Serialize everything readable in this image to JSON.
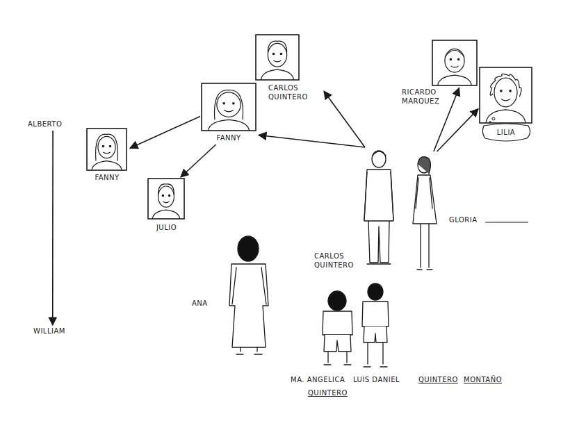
{
  "diagram": {
    "nodes": [
      {
        "text": [
          "CARLOS QUINTERO"
        ]
      },
      {
        "text": [
          "FANNY"
        ]
      },
      {
        "text": [
          "FANNY"
        ]
      },
      {
        "text": [
          "JULIO"
        ]
      },
      {
        "text": [
          "RICARDO MARQUEZ"
        ]
      },
      {
        "text": [
          "LILIA"
        ]
      },
      {
        "text": [
          "ALBERTO"
        ]
      },
      {
        "text": [
          "WILLIAM"
        ]
      },
      {
        "text": [
          "CARLOS QUINTERO"
        ]
      },
      {
        "text": [
          "GLORIA"
        ]
      }
    ],
    "edges": [
      {
        "from": 8,
        "to": 0,
        "arrow": "to"
      },
      {
        "from": 8,
        "to": 1,
        "arrow": "to"
      },
      {
        "from": 9,
        "to": 4,
        "arrow": "to"
      },
      {
        "from": 9,
        "to": 5,
        "arrow": "to"
      },
      {
        "from": 1,
        "to": 2,
        "arrow": "to"
      },
      {
        "from": 1,
        "to": 3,
        "arrow": "to"
      },
      {
        "from": 6,
        "to": 7,
        "arrow": "to"
      }
    ],
    "labels": [
      "ANA",
      "MA. ANGELICA",
      "QUINTERO",
      "LUIS DANIEL",
      "QUINTERO",
      "MONTAÑO"
    ]
  }
}
